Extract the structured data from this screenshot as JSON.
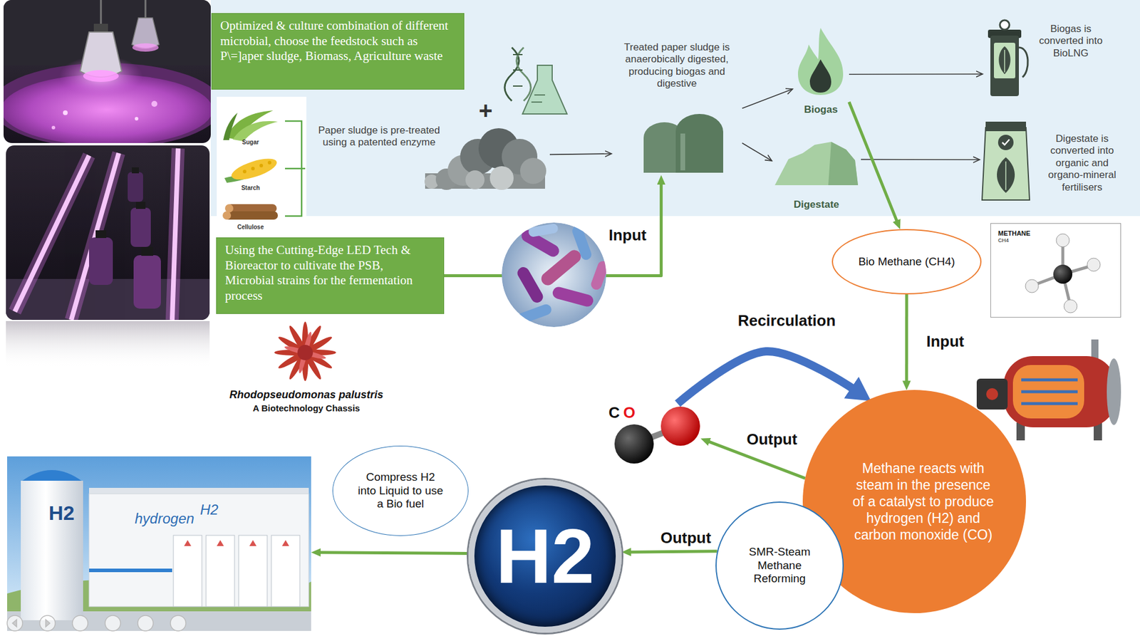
{
  "diagram": {
    "nodes": [
      {
        "text": [
          "Optimized & culture combination of different microbial, choose the feedstock such as P\\=]aper sludge, Biomass, Agriculture waste"
        ]
      },
      {
        "text": [
          "Paper sludge is pre-treated using a patented enzyme"
        ]
      },
      {
        "text": [
          "Treated paper sludge is anaerobically digested, producing biogas and digestive"
        ]
      },
      {
        "text": [
          "Biogas"
        ]
      },
      {
        "text": [
          "Digestate"
        ]
      },
      {
        "text": [
          "Biogas is converted into BioLNG"
        ]
      },
      {
        "text": [
          "Digestate is converted into organic and organo-mineral fertilisers"
        ]
      },
      {
        "text": [
          "Using the Cutting-Edge LED Tech & Bioreactor to cultivate the PSB, Microbial strains for the fermentation process"
        ]
      },
      {
        "text": [
          "Bio Methane (CH4)"
        ]
      },
      {
        "text": [
          "METHANE",
          "CH4"
        ]
      },
      {
        "text": [
          "C",
          "O"
        ]
      },
      {
        "text": [
          "Methane reacts with steam in the presence of a catalyst to produce hydrogen (H2) and carbon monoxide (CO)"
        ]
      },
      {
        "text": [
          "SMR-Steam Methane Reforming"
        ]
      },
      {
        "text": [
          "H2"
        ]
      },
      {
        "text": [
          "Compress H2 into Liquid to use a Bio fuel"
        ]
      },
      {
        "text": [
          "H2",
          "hydrogen",
          "H2"
        ]
      }
    ],
    "edges": [
      {
        "from": 1,
        "to": 2,
        "arrow": "to"
      },
      {
        "from": 2,
        "to": 3,
        "arrow": "to"
      },
      {
        "from": 2,
        "to": 4,
        "arrow": "to"
      },
      {
        "from": 3,
        "to": 5,
        "arrow": "to"
      },
      {
        "from": 4,
        "to": 6,
        "arrow": "to"
      },
      {
        "from": 7,
        "to": 2,
        "label": "Input",
        "arrow": "to"
      },
      {
        "from": 3,
        "to": 8,
        "arrow": "to"
      },
      {
        "from": 8,
        "to": 11,
        "label": "Input",
        "arrow": "to"
      },
      {
        "from": 11,
        "to": 10,
        "label": "Output",
        "arrow": "to"
      },
      {
        "from": 10,
        "to": 11,
        "label": "Recirculation",
        "arrow": "to"
      },
      {
        "from": 12,
        "to": 13,
        "label": "Output",
        "arrow": "to"
      },
      {
        "from": 13,
        "to": 15,
        "arrow": "to"
      }
    ],
    "labels": [
      "Sugar",
      "Starch",
      "Cellulose",
      "+",
      "Rhodopseudomonas palustris",
      "A Biotechnology Chassis"
    ]
  }
}
